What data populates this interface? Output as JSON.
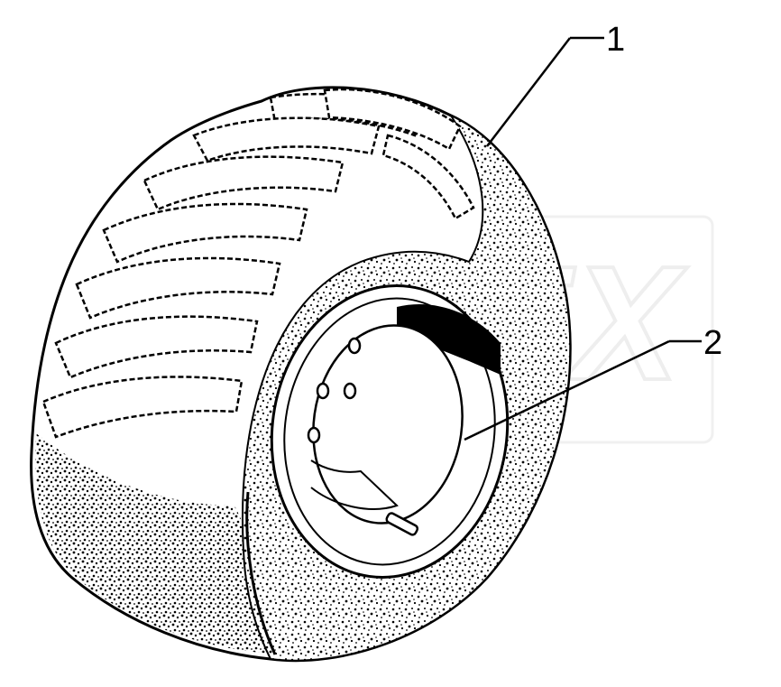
{
  "diagram": {
    "watermark": "ORTEX",
    "callouts": [
      {
        "number": "1",
        "part": "tire"
      },
      {
        "number": "2",
        "part": "wheel-rim"
      }
    ]
  }
}
